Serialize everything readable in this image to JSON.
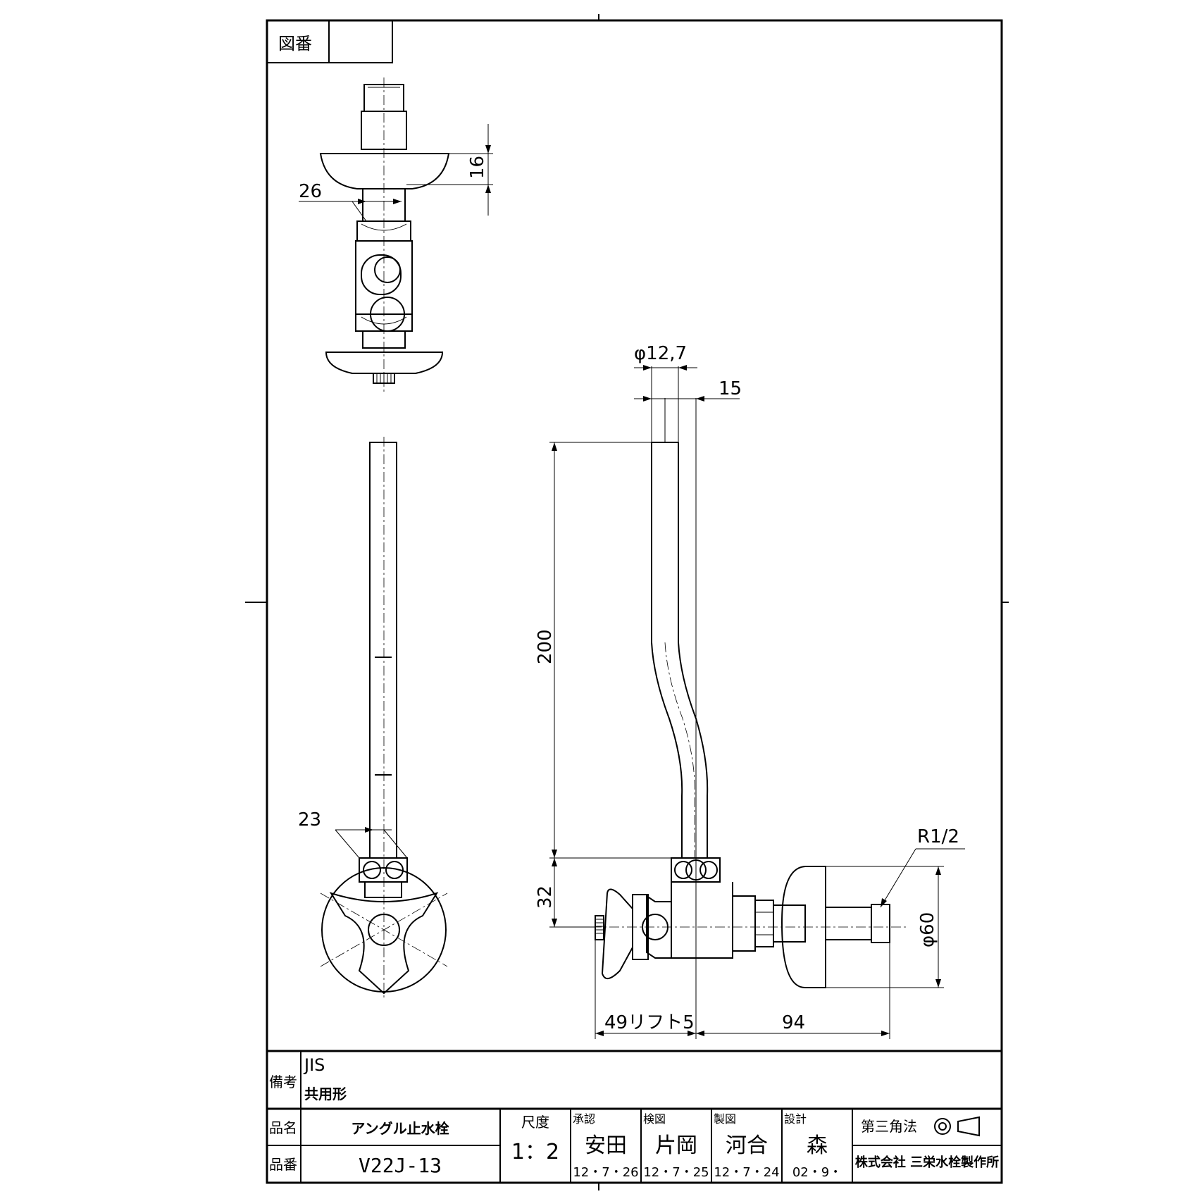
{
  "drawing": {
    "zuban_label": "図番",
    "zuban_value": "",
    "dimensions": {
      "top_view_height": "16",
      "top_view_width": "26",
      "front_view_width": "23",
      "pipe_diameter": "φ12,7",
      "pipe_offset": "15",
      "pipe_length": "200",
      "valve_height": "32",
      "thread": "R1/2",
      "flange_diameter": "φ60",
      "handle_lift": "49リフト5",
      "body_length": "94"
    }
  },
  "title_block": {
    "remarks_label": "備考",
    "remarks_line1": "JIS",
    "remarks_line2": "共用形",
    "product_name_label": "品名",
    "product_name": "アングル止水栓",
    "product_number_label": "品番",
    "product_number": "V22J-13",
    "scale_label": "尺度",
    "scale_value": "1：2",
    "approval": {
      "label": "承認",
      "name": "安田",
      "date": "12・7・26"
    },
    "check": {
      "label": "検図",
      "name": "片岡",
      "date": "12・7・25"
    },
    "draft": {
      "label": "製図",
      "name": "河合",
      "date": "12・7・24"
    },
    "design": {
      "label": "設計",
      "name": "森",
      "date": "02・9・"
    },
    "projection_label": "第三角法",
    "company": "株式会社 三栄水栓製作所"
  }
}
